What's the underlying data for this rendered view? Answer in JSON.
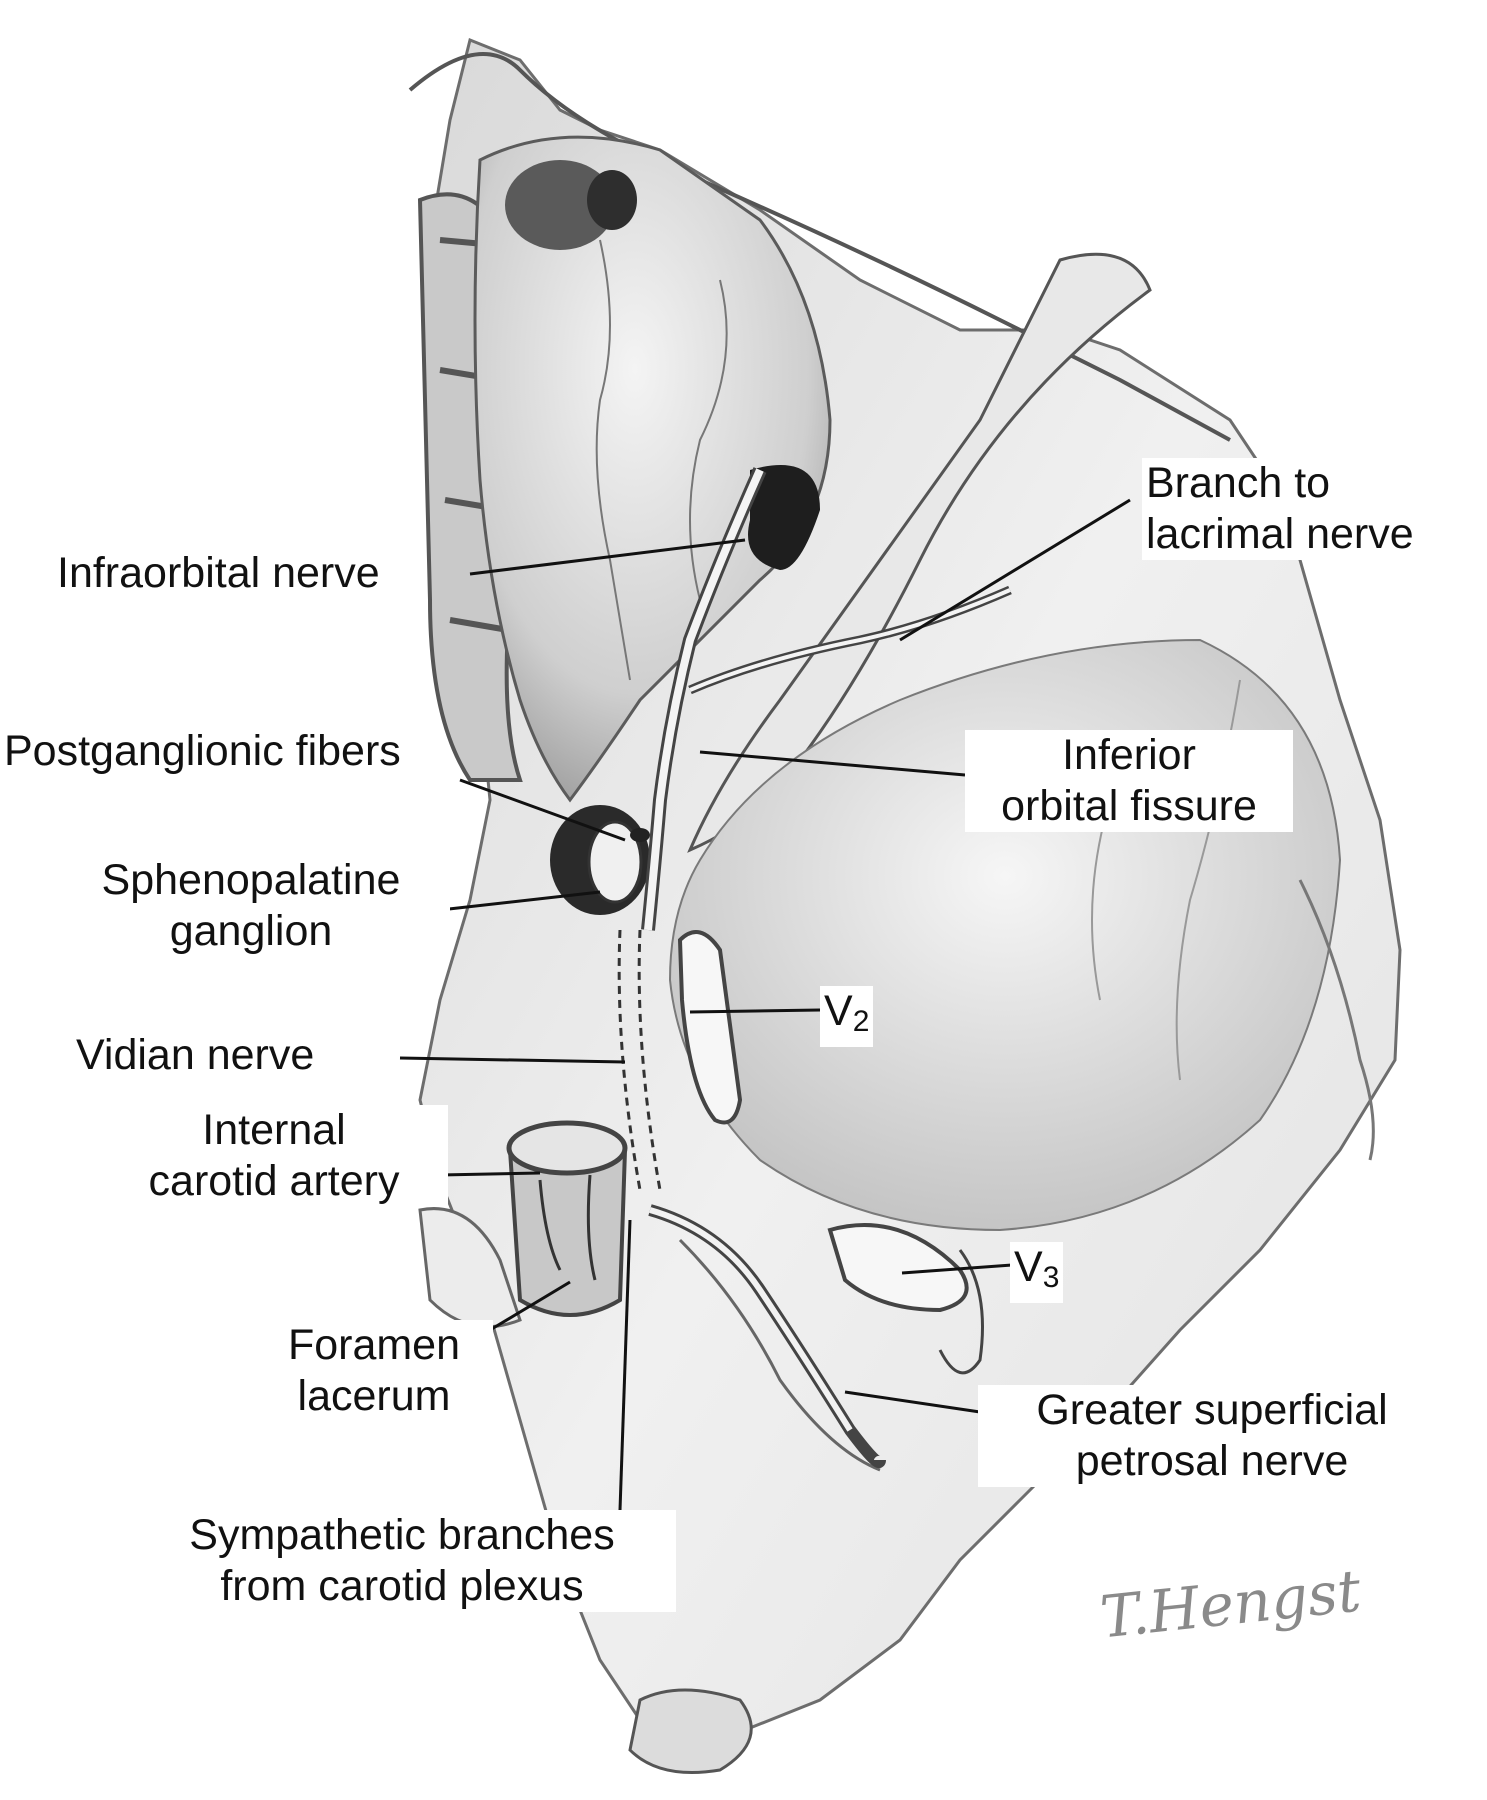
{
  "labels": {
    "infraorbital_nerve": "Infraorbital nerve",
    "branch_to_lacrimal_line1": "Branch to",
    "branch_to_lacrimal_line2": "lacrimal nerve",
    "postganglionic_fibers": "Postganglionic fibers",
    "inferior_orbital_fissure_line1": "Inferior",
    "inferior_orbital_fissure_line2": "orbital fissure",
    "sphenopalatine_line1": "Sphenopalatine",
    "sphenopalatine_line2": "ganglion",
    "v2_letter": "V",
    "v2_sub": "2",
    "vidian_nerve": "Vidian nerve",
    "internal_carotid_line1": "Internal",
    "internal_carotid_line2": "carotid artery",
    "v3_letter": "V",
    "v3_sub": "3",
    "foramen_lacerum_line1": "Foramen",
    "foramen_lacerum_line2": "lacerum",
    "greater_superficial_line1": "Greater superficial",
    "greater_superficial_line2": "petrosal nerve",
    "sympathetic_line1": "Sympathetic branches",
    "sympathetic_line2": "from carotid plexus"
  },
  "signature": "T.Hengst"
}
